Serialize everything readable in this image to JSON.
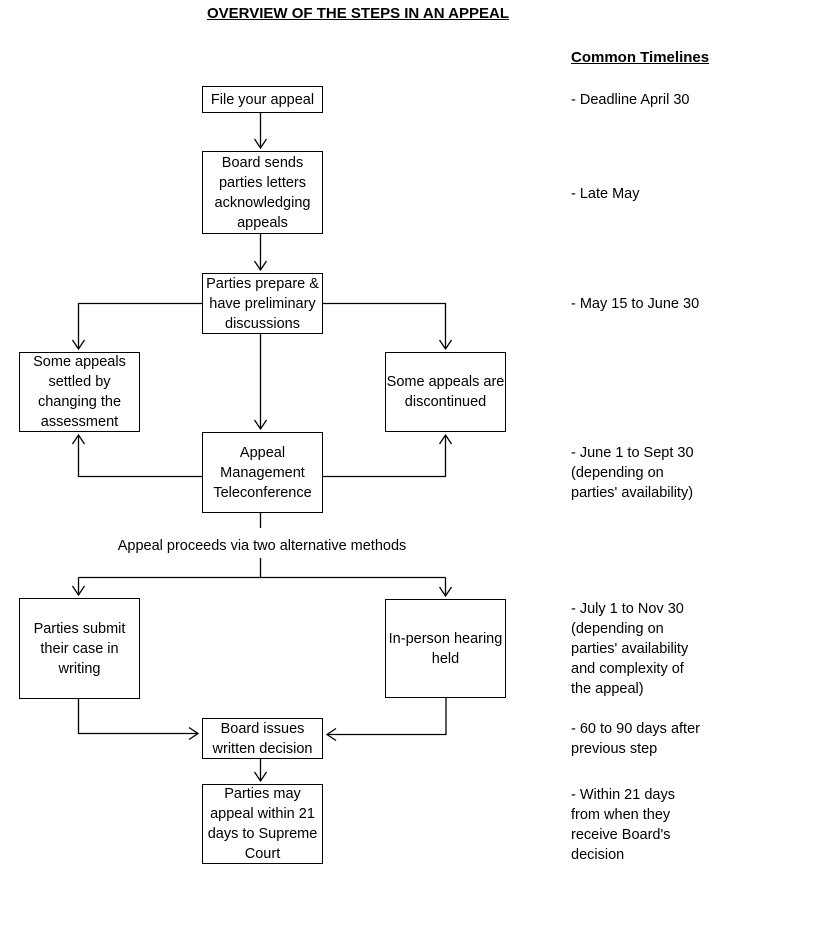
{
  "page": {
    "title": "OVERVIEW OF THE STEPS IN AN APPEAL"
  },
  "colors": {
    "ink": "#000000",
    "background": "#ffffff"
  },
  "flowchart": {
    "nodes": [
      {
        "id": "file",
        "label": "File your appeal"
      },
      {
        "id": "acknowledge",
        "label": "Board sends\nparties letters\nacknowledging\nappeals"
      },
      {
        "id": "prepare",
        "label": "Parties prepare &\nhave preliminary\ndiscussions"
      },
      {
        "id": "settled",
        "label": "Some appeals\nsettled by\nchanging the\nassessment"
      },
      {
        "id": "discontinued",
        "label": "Some appeals are\ndiscontinued"
      },
      {
        "id": "teleconference",
        "label": "Appeal\nManagement\nTeleconference"
      },
      {
        "id": "written",
        "label": "Parties submit\ntheir case in\nwriting"
      },
      {
        "id": "hearing",
        "label": "In-person hearing\nheld"
      },
      {
        "id": "decision",
        "label": "Board issues\nwritten decision"
      },
      {
        "id": "supreme",
        "label": "Parties may\nappeal within 21\ndays to Supreme\nCourt"
      }
    ],
    "free_label": "Appeal proceeds via two alternative methods",
    "edges": [
      {
        "from": "file",
        "to": "acknowledge"
      },
      {
        "from": "acknowledge",
        "to": "prepare"
      },
      {
        "from": "prepare",
        "to": "settled"
      },
      {
        "from": "prepare",
        "to": "discontinued"
      },
      {
        "from": "prepare",
        "to": "teleconference"
      },
      {
        "from": "teleconference",
        "to": "settled"
      },
      {
        "from": "teleconference",
        "to": "discontinued"
      },
      {
        "from": "teleconference",
        "to": "written",
        "via": "Appeal proceeds via two alternative methods"
      },
      {
        "from": "teleconference",
        "to": "hearing",
        "via": "Appeal proceeds via two alternative methods"
      },
      {
        "from": "written",
        "to": "decision"
      },
      {
        "from": "hearing",
        "to": "decision"
      },
      {
        "from": "decision",
        "to": "supreme"
      }
    ]
  },
  "timelines": {
    "header": "Common Timelines",
    "items": [
      {
        "text": "- Deadline April 30"
      },
      {
        "text": "- Late May"
      },
      {
        "text": "- May 15 to June 30"
      },
      {
        "text": "- June 1 to Sept 30\n(depending on\nparties' availability)"
      },
      {
        "text": "- July 1 to Nov 30\n(depending on\nparties' availability\nand complexity of\nthe appeal)"
      },
      {
        "text": "- 60 to 90 days after\nprevious step"
      },
      {
        "text": "- Within 21 days\nfrom when they\nreceive Board's\ndecision"
      }
    ]
  }
}
